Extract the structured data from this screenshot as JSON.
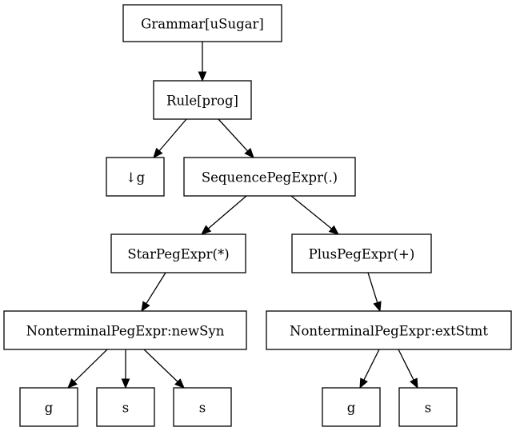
{
  "tree": {
    "nodes": [
      {
        "id": "grammar",
        "label": "Grammar[uSugar]"
      },
      {
        "id": "rule",
        "label": "Rule[prog]"
      },
      {
        "id": "down-g",
        "label": "↓g"
      },
      {
        "id": "seq",
        "label": "SequencePegExpr(.)"
      },
      {
        "id": "star",
        "label": "StarPegExpr(*)"
      },
      {
        "id": "plus",
        "label": "PlusPegExpr(+)"
      },
      {
        "id": "nt-newsyn",
        "label": "NonterminalPegExpr:newSyn"
      },
      {
        "id": "nt-extstmt",
        "label": "NonterminalPegExpr:extStmt"
      },
      {
        "id": "leaf-g1",
        "label": "g"
      },
      {
        "id": "leaf-s1",
        "label": "s"
      },
      {
        "id": "leaf-s2",
        "label": "s"
      },
      {
        "id": "leaf-g2",
        "label": "g"
      },
      {
        "id": "leaf-s3",
        "label": "s"
      }
    ],
    "edges": [
      {
        "from": "grammar",
        "to": "rule"
      },
      {
        "from": "rule",
        "to": "down-g"
      },
      {
        "from": "rule",
        "to": "seq"
      },
      {
        "from": "seq",
        "to": "star"
      },
      {
        "from": "seq",
        "to": "plus"
      },
      {
        "from": "star",
        "to": "nt-newsyn"
      },
      {
        "from": "plus",
        "to": "nt-extstmt"
      },
      {
        "from": "nt-newsyn",
        "to": "leaf-g1"
      },
      {
        "from": "nt-newsyn",
        "to": "leaf-s1"
      },
      {
        "from": "nt-newsyn",
        "to": "leaf-s2"
      },
      {
        "from": "nt-extstmt",
        "to": "leaf-g2"
      },
      {
        "from": "nt-extstmt",
        "to": "leaf-s3"
      }
    ]
  }
}
